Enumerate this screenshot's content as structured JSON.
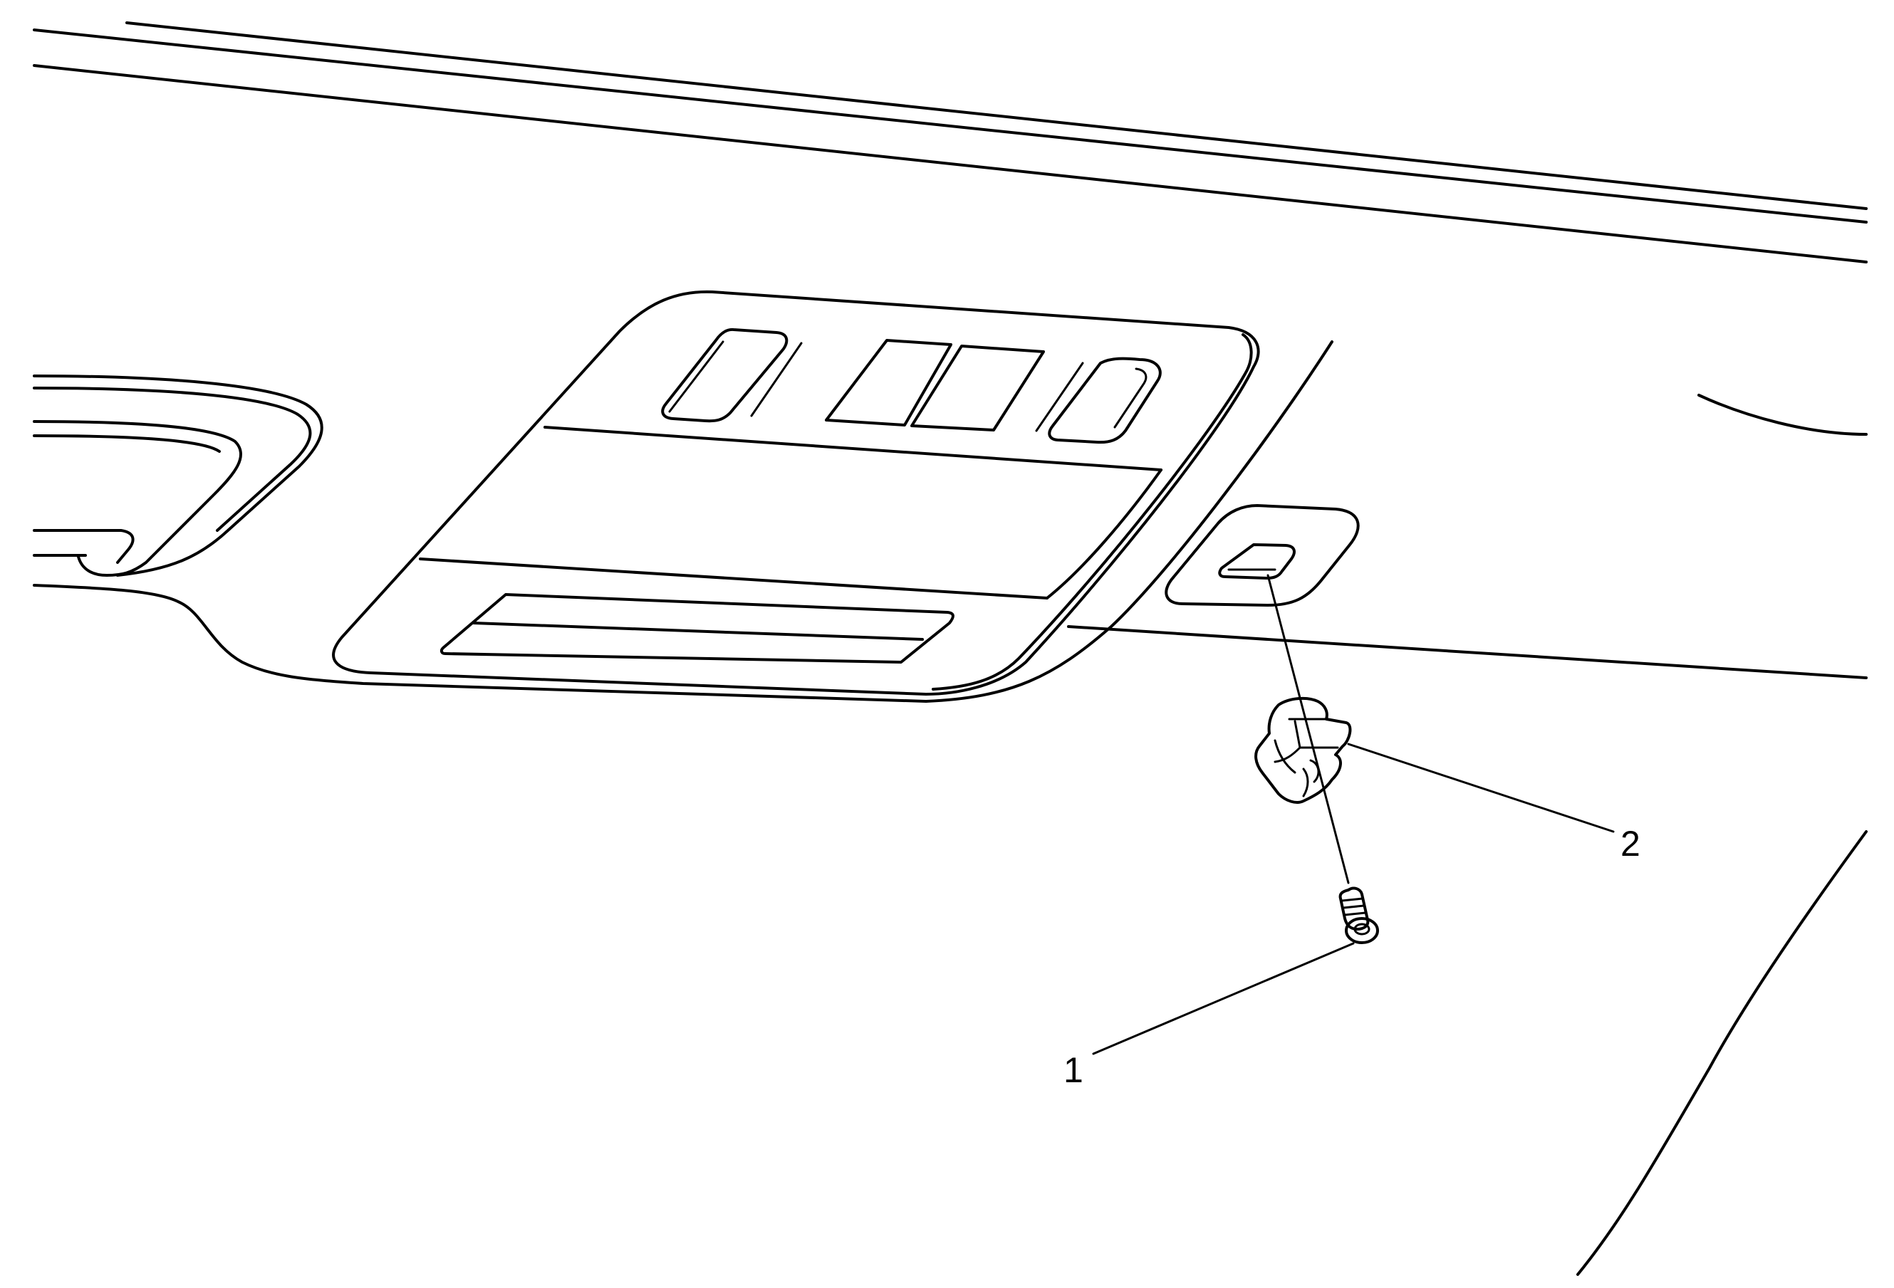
{
  "callouts": [
    {
      "id": "1",
      "label": "1",
      "part": "screw"
    },
    {
      "id": "2",
      "label": "2",
      "part": "clip"
    }
  ],
  "colors": {
    "line": "#000000",
    "background": "#ffffff"
  }
}
